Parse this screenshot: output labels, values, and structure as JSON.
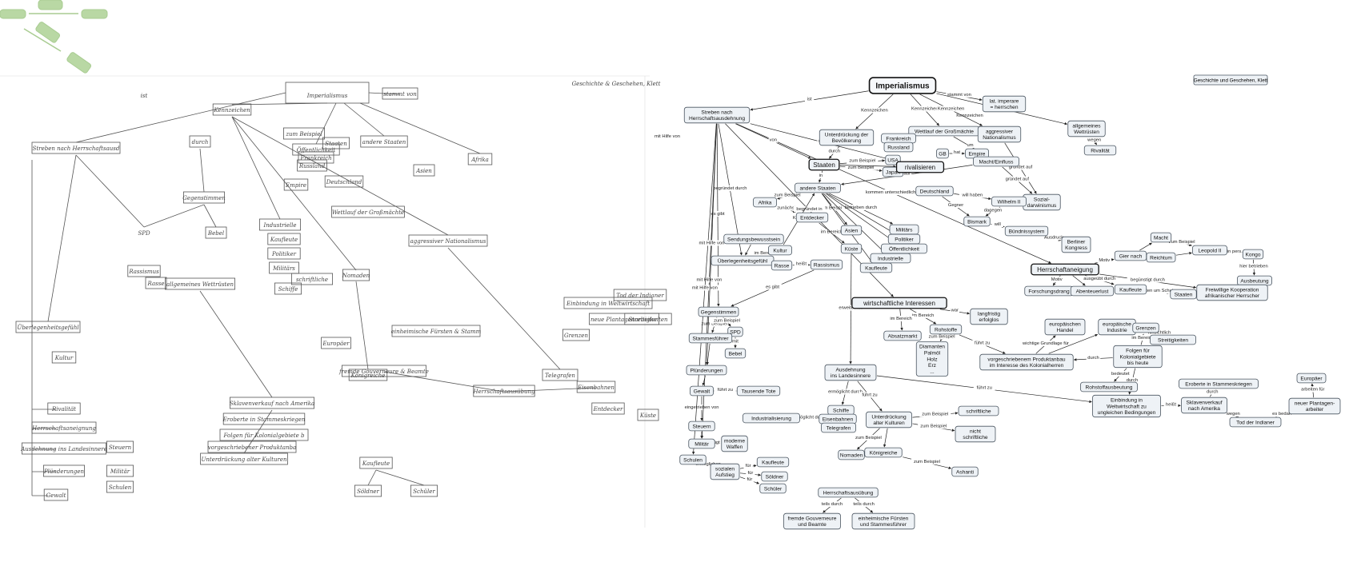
{
  "credit": "Geschichte und Geschehen, Klett",
  "nodes": [
    {
      "id": "imp",
      "text": "Imperialismus",
      "kind": "main"
    },
    {
      "id": "lat",
      "text": "lat. imperare|= herrschen"
    },
    {
      "id": "streben",
      "text": "Streben nach|Herrschaftsausdehnung"
    },
    {
      "id": "unter",
      "text": "Unterdrückung der|Bevölkerung"
    },
    {
      "id": "wettlauf",
      "text": "Wettlauf der Großmächte"
    },
    {
      "id": "aggr",
      "text": "aggressiver|Nationalismus"
    },
    {
      "id": "allg",
      "text": "allgemeines|Wettrüsten"
    },
    {
      "id": "rival",
      "text": "Rivalität"
    },
    {
      "id": "frank",
      "text": "Frankreich"
    },
    {
      "id": "russ",
      "text": "Russland"
    },
    {
      "id": "usa",
      "text": "USA"
    },
    {
      "id": "japan",
      "text": "Japan"
    },
    {
      "id": "gb",
      "text": "GB"
    },
    {
      "id": "empire",
      "text": "Empire"
    },
    {
      "id": "staaten",
      "text": "Staaten",
      "kind": "mid"
    },
    {
      "id": "rivalisieren",
      "text": "rivalisieren",
      "kind": "mid"
    },
    {
      "id": "macht",
      "text": "Macht/Einfluss"
    },
    {
      "id": "sozdar",
      "text": "Sozial-|darwinismus"
    },
    {
      "id": "andere",
      "text": "andere Staaten"
    },
    {
      "id": "deutsch",
      "text": "Deutschland"
    },
    {
      "id": "wilhelm",
      "text": "Wilhelm II"
    },
    {
      "id": "afrika",
      "text": "Afrika"
    },
    {
      "id": "entd",
      "text": "Entdecker"
    },
    {
      "id": "asien",
      "text": "Asien"
    },
    {
      "id": "kueste",
      "text": "Küste"
    },
    {
      "id": "militaers",
      "text": "Militärs"
    },
    {
      "id": "politiker",
      "text": "Politiker"
    },
    {
      "id": "oeff",
      "text": "Öffentlichkeit"
    },
    {
      "id": "industrielle",
      "text": "Industrielle"
    },
    {
      "id": "kaufleute1",
      "text": "Kaufleute"
    },
    {
      "id": "bismark",
      "text": "Bismark"
    },
    {
      "id": "buend",
      "text": "Bündnissystem"
    },
    {
      "id": "berliner",
      "text": "Berliner|Kongress"
    },
    {
      "id": "sendung",
      "text": "Sendungsbewusstsein"
    },
    {
      "id": "kultur",
      "text": "Kultur"
    },
    {
      "id": "ueberl",
      "text": "Überlegenheitsgefühl"
    },
    {
      "id": "rasse",
      "text": "Rasse"
    },
    {
      "id": "rassismus",
      "text": "Rassismus"
    },
    {
      "id": "herrschaft",
      "text": "Herrschaftaneigung",
      "kind": "mid"
    },
    {
      "id": "gier",
      "text": "Gier nach"
    },
    {
      "id": "macht2",
      "text": "Macht"
    },
    {
      "id": "reichtum",
      "text": "Reichtum"
    },
    {
      "id": "leopold",
      "text": "Leopold II"
    },
    {
      "id": "kongo",
      "text": "Kongo"
    },
    {
      "id": "ausbeutung",
      "text": "Ausbeutung"
    },
    {
      "id": "forschung",
      "text": "Forschungsdrang"
    },
    {
      "id": "abenteuer",
      "text": "Abenteuerlust"
    },
    {
      "id": "kaufleute2",
      "text": "Kaufleute"
    },
    {
      "id": "staaten2",
      "text": "Staaten"
    },
    {
      "id": "freiwillig",
      "text": "Freiwillige Kooperation|afrikanischer Herrscher"
    },
    {
      "id": "wirtsch",
      "text": "wirtschaftliche Interessen",
      "kind": "mid"
    },
    {
      "id": "langfr",
      "text": "langfristig|erfolglos"
    },
    {
      "id": "rohstoffe",
      "text": "Rohstoffe"
    },
    {
      "id": "absatz",
      "text": "Absatzmarkt"
    },
    {
      "id": "diamanten",
      "text": "Diamanten|Palmöl|Holz|Erz|..."
    },
    {
      "id": "gegenst",
      "text": "Gegenstimmen"
    },
    {
      "id": "spd",
      "text": "SPD"
    },
    {
      "id": "bebel",
      "text": "Bebel"
    },
    {
      "id": "stammes",
      "text": "Stammesführer"
    },
    {
      "id": "pluend",
      "text": "Plünderungen"
    },
    {
      "id": "gewalt",
      "text": "Gewalt"
    },
    {
      "id": "tote",
      "text": "Tausende Tote"
    },
    {
      "id": "steuern",
      "text": "Steuern"
    },
    {
      "id": "militaer",
      "text": "Militär"
    },
    {
      "id": "waffen",
      "text": "moderne|Waffen"
    },
    {
      "id": "schulen",
      "text": "Schulen"
    },
    {
      "id": "aufstieg",
      "text": "sozialen|Aufstieg"
    },
    {
      "id": "kaufleute3",
      "text": "Kaufleute"
    },
    {
      "id": "soeldner",
      "text": "Söldner"
    },
    {
      "id": "schueler",
      "text": "Schüler"
    },
    {
      "id": "europHandel",
      "text": "europäischen|Handel"
    },
    {
      "id": "europInd",
      "text": "europäische|Industrie"
    },
    {
      "id": "grenzen",
      "text": "Grenzen"
    },
    {
      "id": "streit",
      "text": "Streitigkeiten"
    },
    {
      "id": "vorgeschr",
      "text": "vorgeschriebenem Produktanbau|im Interesse des Kolonialherren"
    },
    {
      "id": "folgen",
      "text": "Folgen für|Kolonialgebiete|bis heute"
    },
    {
      "id": "rohstAusb",
      "text": "Rohstoffausbeutung"
    },
    {
      "id": "ausdehnung",
      "text": "Ausdehnung|ins Landesinnere"
    },
    {
      "id": "einbindung",
      "text": "Einbindung in|Weltwirtschaft zu|ungleichen Bedingungen"
    },
    {
      "id": "sklaven",
      "text": "Sklavenverkauf|nach Amerika"
    },
    {
      "id": "stammeskr",
      "text": "Eroberte in Stammeskriegen"
    },
    {
      "id": "tod",
      "text": "Tod der Indianer"
    },
    {
      "id": "plantagen",
      "text": "neuer Plantagen-|arbeiter"
    },
    {
      "id": "europaeer",
      "text": "Europäer"
    },
    {
      "id": "schiffe",
      "text": "Schiffe"
    },
    {
      "id": "eisenbahn",
      "text": "Eisenbahnen"
    },
    {
      "id": "telegrafen",
      "text": "Telegrafen"
    },
    {
      "id": "industrial",
      "text": "Industrialisierung"
    },
    {
      "id": "unterdrKult",
      "text": "Unterdrückung|alter Kulturen"
    },
    {
      "id": "schriftl",
      "text": "schriftliche"
    },
    {
      "id": "nichtschr",
      "text": "nicht|schriftliche"
    },
    {
      "id": "nomaden",
      "text": "Nomaden"
    },
    {
      "id": "koenig",
      "text": "Königreiche"
    },
    {
      "id": "ashanti",
      "text": "Ashanti"
    },
    {
      "id": "herrausueb",
      "text": "Herrschaftsausübung"
    },
    {
      "id": "fremde",
      "text": "fremde Gouverneure|und Beamte"
    },
    {
      "id": "einheim",
      "text": "einheimische Fürsten|und Stammesführer"
    }
  ],
  "edges": [
    {
      "from": "imp",
      "to": "streben",
      "label": "ist"
    },
    {
      "from": "imp",
      "to": "lat",
      "label": "stammt von"
    },
    {
      "from": "imp",
      "to": "unter",
      "label": "Kennzeichen"
    },
    {
      "from": "imp",
      "to": "wettlauf",
      "label": "Kennzeichen"
    },
    {
      "from": "imp",
      "to": "aggr",
      "label": "Kennzeichen"
    },
    {
      "from": "imp",
      "to": "allg",
      "label": "Kennzeichen"
    },
    {
      "from": "allg",
      "to": "rival",
      "label": "wegen"
    },
    {
      "from": "unter",
      "to": "staaten",
      "label": "durch"
    },
    {
      "from": "frank",
      "to": "russ",
      "label": ""
    },
    {
      "from": "staaten",
      "to": "usa",
      "label": "zum Beispiel"
    },
    {
      "from": "staaten",
      "to": "japan",
      "label": "zum Beispiel"
    },
    {
      "from": "staaten",
      "to": "rivalisieren",
      "label": ""
    },
    {
      "from": "gb",
      "to": "empire",
      "label": "hat"
    },
    {
      "from": "wettlauf",
      "to": "macht",
      "label": "um"
    },
    {
      "from": "aggr",
      "to": "sozdar",
      "label": "gründet auf"
    },
    {
      "from": "macht",
      "to": "sozdar",
      "label": "gründet auf"
    },
    {
      "from": "staaten",
      "to": "andere",
      "label": "in"
    },
    {
      "from": "macht",
      "to": "andere",
      "label": "auf"
    },
    {
      "from": "deutsch",
      "to": "wilhelm",
      "label": "will haben"
    },
    {
      "from": "deutsch",
      "to": "bismark",
      "label": "Gegner"
    },
    {
      "from": "wilhelm",
      "to": "bismark",
      "label": "dagegen"
    },
    {
      "from": "bismark",
      "to": "buend",
      "label": "will"
    },
    {
      "from": "buend",
      "to": "berliner",
      "label": "Ausdruck"
    },
    {
      "from": "andere",
      "to": "afrika",
      "label": "zum Beispiel"
    },
    {
      "from": "andere",
      "to": "asien",
      "label": "zum Beispiel in"
    },
    {
      "from": "afrika",
      "to": "entd",
      "label": "zunächst"
    },
    {
      "from": "entd",
      "to": "kueste",
      "label": "im Bereich"
    },
    {
      "from": "andere",
      "to": "militaers",
      "label": "betrieben durch"
    },
    {
      "from": "andere",
      "to": "politiker",
      "label": ""
    },
    {
      "from": "andere",
      "to": "oeff",
      "label": ""
    },
    {
      "from": "andere",
      "to": "industrielle",
      "label": ""
    },
    {
      "from": "andere",
      "to": "kaufleute1",
      "label": ""
    },
    {
      "from": "ueberl",
      "to": "kultur",
      "label": "im Bereich"
    },
    {
      "from": "ueberl",
      "to": "rasse",
      "label": "im Bereich"
    },
    {
      "from": "rasse",
      "to": "rassismus",
      "label": "heißt"
    },
    {
      "from": "streben",
      "to": "ueberl",
      "label": "begründet durch"
    },
    {
      "from": "streben",
      "to": "herrschaft",
      "label": "kommen unterschiedlich zu"
    },
    {
      "from": "herrschaft",
      "to": "gier",
      "label": "Motiv"
    },
    {
      "from": "gier",
      "to": "macht2",
      "label": ""
    },
    {
      "from": "gier",
      "to": "reichtum",
      "label": ""
    },
    {
      "from": "macht2",
      "to": "leopold",
      "label": "zum Beispiel"
    },
    {
      "from": "reichtum",
      "to": "leopold",
      "label": ""
    },
    {
      "from": "leopold",
      "to": "kongo",
      "label": "nimmt in pers. Besitz"
    },
    {
      "from": "kongo",
      "to": "ausbeutung",
      "label": "hier betrieben"
    },
    {
      "from": "herrschaft",
      "to": "forschung",
      "label": "Motiv"
    },
    {
      "from": "herrschaft",
      "to": "abenteuer",
      "label": ""
    },
    {
      "from": "herrschaft",
      "to": "kaufleute2",
      "label": "ausgeübt durch"
    },
    {
      "from": "kaufleute2",
      "to": "staaten2",
      "label": "bitten um Schutz"
    },
    {
      "from": "herrschaft",
      "to": "freiwillig",
      "label": "begünstigt durch"
    },
    {
      "from": "streben",
      "to": "wirtsch",
      "label": "begründet in"
    },
    {
      "from": "wirtsch",
      "to": "langfr",
      "label": "war"
    },
    {
      "from": "wirtsch",
      "to": "rohstoffe",
      "label": "im Bereich"
    },
    {
      "from": "wirtsch",
      "to": "absatz",
      "label": "im Bereich"
    },
    {
      "from": "rohstoffe",
      "to": "diamanten",
      "label": "zum Beispiel"
    },
    {
      "from": "rohstoffe",
      "to": "vorgeschr",
      "label": "führt zu"
    },
    {
      "from": "streben",
      "to": "gegenst",
      "label": "es gibt"
    },
    {
      "from": "rassismus",
      "to": "gegenst",
      "label": "es gibt"
    },
    {
      "from": "gegenst",
      "to": "stammes",
      "label": "zum Beispiel"
    },
    {
      "from": "gegenst",
      "to": "spd",
      "label": "zum Beispiel"
    },
    {
      "from": "spd",
      "to": "bebel",
      "label": "mit"
    },
    {
      "from": "stammes",
      "to": "pluend",
      "label": ""
    },
    {
      "from": "pluend",
      "to": "gewalt",
      "label": ""
    },
    {
      "from": "gewalt",
      "to": "tote",
      "label": "führt zu"
    },
    {
      "from": "gewalt",
      "to": "steuern",
      "label": "eingetrieben von"
    },
    {
      "from": "steuern",
      "to": "militaer",
      "label": ""
    },
    {
      "from": "militaer",
      "to": "waffen",
      "label": "verfügt über"
    },
    {
      "from": "schulen",
      "to": "aufstieg",
      "label": "ermöglichen"
    },
    {
      "from": "aufstieg",
      "to": "kaufleute3",
      "label": "für"
    },
    {
      "from": "aufstieg",
      "to": "soeldner",
      "label": "für"
    },
    {
      "from": "aufstieg",
      "to": "schueler",
      "label": "für"
    },
    {
      "from": "vorgeschr",
      "to": "europHandel",
      "label": "wichtige Grundlage für"
    },
    {
      "from": "vorgeschr",
      "to": "europInd",
      "label": ""
    },
    {
      "from": "folgen",
      "to": "grenzen",
      "label": "im Bereich"
    },
    {
      "from": "grenzen",
      "to": "streit",
      "label": "hinsichtlich"
    },
    {
      "from": "folgen",
      "to": "vorgeschr",
      "label": "durch"
    },
    {
      "from": "folgen",
      "to": "rohstAusb",
      "label": "bedeutet"
    },
    {
      "from": "folgen",
      "to": "einbindung",
      "label": "durch"
    },
    {
      "from": "kueste",
      "to": "ausdehnung",
      "label": "erweiternde"
    },
    {
      "from": "ausdehnung",
      "to": "einbindung",
      "label": "führt zu"
    },
    {
      "from": "ausdehnung",
      "to": "schiffe",
      "label": "ermöglicht durch"
    },
    {
      "from": "industrial",
      "to": "eisenbahn",
      "label": "ermöglicht durch"
    },
    {
      "from": "ausdehnung",
      "to": "unterdrKult",
      "label": "führt zu"
    },
    {
      "from": "unterdrKult",
      "to": "schriftl",
      "label": "zum Beispiel"
    },
    {
      "from": "unterdrKult",
      "to": "nichtschr",
      "label": "zum Beispiel"
    },
    {
      "from": "unterdrKult",
      "to": "nomaden",
      "label": "zum Beispiel"
    },
    {
      "from": "unterdrKult",
      "to": "koenig",
      "label": ""
    },
    {
      "from": "koenig",
      "to": "ashanti",
      "label": "zum Beispiel"
    },
    {
      "from": "einbindung",
      "to": "sklaven",
      "label": "heißt"
    },
    {
      "from": "sklaven",
      "to": "stammeskr",
      "label": "durch"
    },
    {
      "from": "sklaven",
      "to": "tod",
      "label": "wegen"
    },
    {
      "from": "tod",
      "to": "plantagen",
      "label": "es bedarf"
    },
    {
      "from": "plantagen",
      "to": "europaeer",
      "label": "arbeiten für"
    },
    {
      "from": "herrausueb",
      "to": "fremde",
      "label": "teils durch"
    },
    {
      "from": "herrausueb",
      "to": "einheim",
      "label": "teils durch"
    },
    {
      "from": "streben",
      "to": "staaten",
      "label": "von"
    },
    {
      "from": "streben",
      "to": "rivalisieren",
      "label": "über"
    },
    {
      "from": "streben",
      "to": "militaer",
      "label": "mit Hilfe von"
    },
    {
      "from": "streben",
      "to": "schulen",
      "label": "mit Hilfe von"
    },
    {
      "from": "streben",
      "to": "pluend",
      "label": "mit Hilfe von"
    },
    {
      "from": "sendung",
      "to": "ueberl",
      "label": ""
    },
    {
      "from": "kultur",
      "to": "andere",
      "label": "Kultur"
    }
  ],
  "free_labels": [
    "mit Hilfe von",
    "Kennzeichen"
  ],
  "sketch": {
    "title": "Imperialismus",
    "credit": "Geschichte & Geschehen, Klett",
    "labels": [
      "ist",
      "stammt von",
      "Kennzeichen",
      "Streben nach Herrschaftsausdehnung",
      "durch",
      "zum Beispiel",
      "Staaten",
      "andere Staaten",
      "Afrika",
      "Asien",
      "Gegenstimmen",
      "SPD",
      "Bebel",
      "Überlegenheitsgefühl",
      "Kultur",
      "Rasse",
      "Rassismus",
      "Industrielle",
      "Kaufleute",
      "Politiker",
      "Militärs",
      "Öffentlichkeit",
      "Frankreich",
      "Russland",
      "Empire",
      "Deutschland",
      "Wettlauf der Großmächte",
      "aggressiver Nationalismus",
      "allgemeines Wettrüsten",
      "Rivalität",
      "Herrschaftsaneignung",
      "Ausdehnung ins Landesinnere",
      "Plünderungen",
      "Gewalt",
      "Steuern",
      "Militär",
      "Schulen",
      "Kaufleute",
      "Söldner",
      "Schüler",
      "Herrschaftsausübung",
      "fremde Gouverneure & Beamte",
      "einheimische Fürsten & Stammesführer",
      "Sklavenverkauf nach Amerika",
      "Eroberte in Stammeskriegen",
      "Folgen für Kolonialgebiete bis heute",
      "vorgeschriebener Produktanbau im Interesse des Kolonialherren",
      "Unterdrückung alter Kulturen",
      "Nomaden",
      "Königreiche",
      "schriftliche",
      "Schiffe",
      "Eisenbahnen",
      "Telegrafen",
      "Entdecker",
      "Küste",
      "Grenzen",
      "Streitigkeiten",
      "Einbindung in Weltwirtschaft zu ungleichen Bedingungen",
      "Tod der Indianer",
      "neue Plantagenarbeiter",
      "Europäer"
    ]
  }
}
